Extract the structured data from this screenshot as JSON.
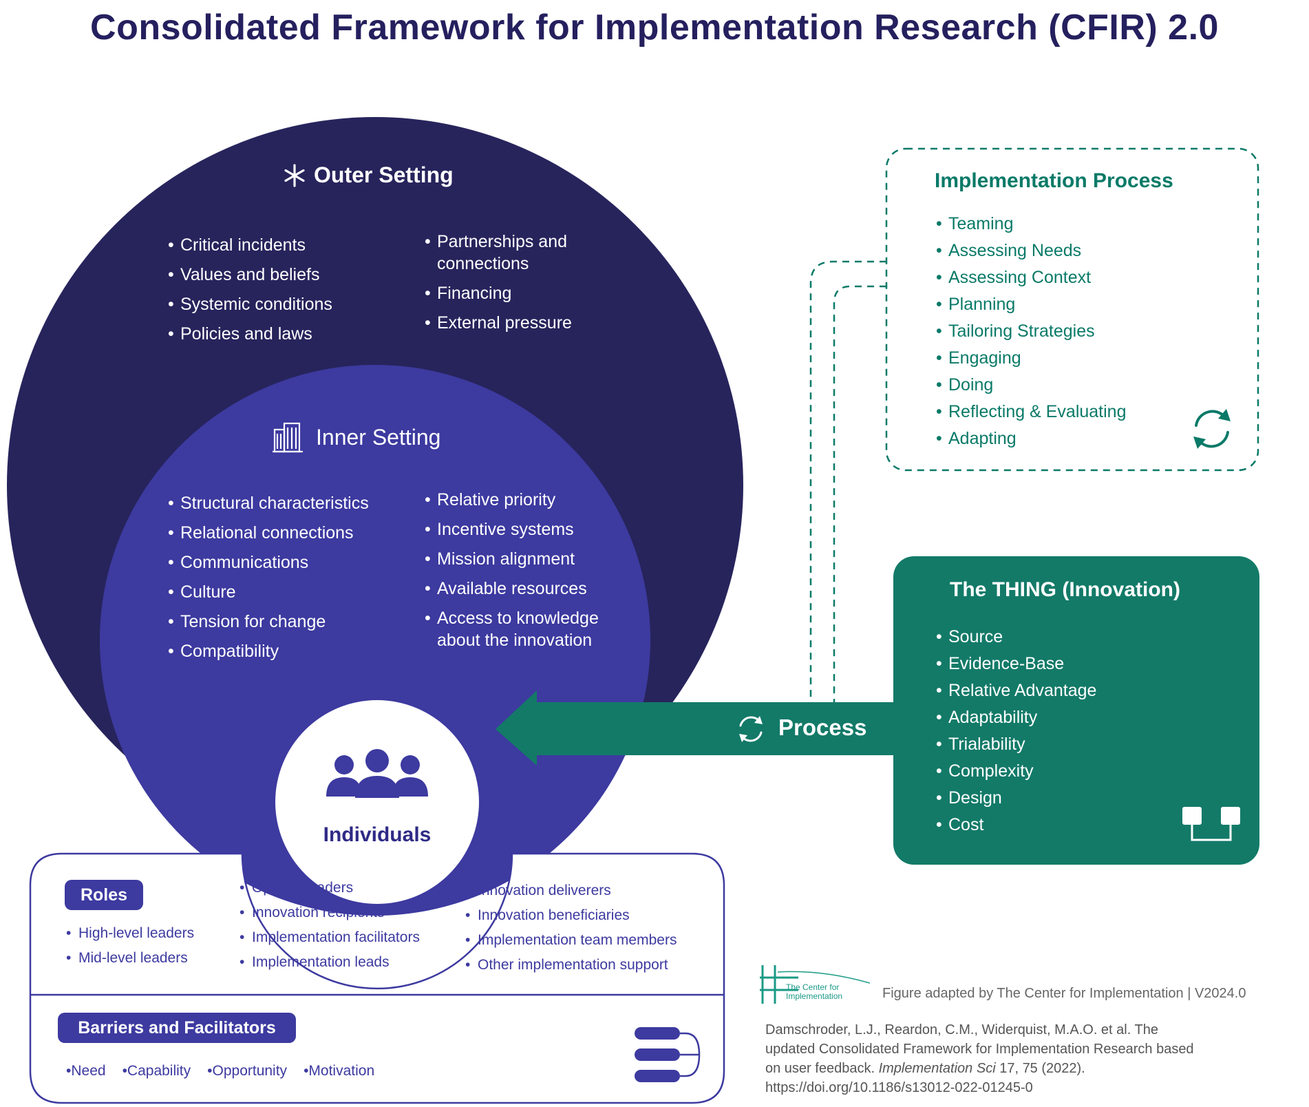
{
  "title": "Consolidated Framework for Implementation Research (CFIR) 2.0",
  "outer_setting": {
    "title": "Outer Setting",
    "icon": "asterisk-icon",
    "color": "#27245c",
    "items_col1": [
      "Critical incidents",
      "Values and beliefs",
      "Systemic conditions",
      "Policies and laws"
    ],
    "items_col2": [
      "Partnerships and connections",
      "Financing",
      "External pressure"
    ]
  },
  "inner_setting": {
    "title": "Inner Setting",
    "icon": "building-icon",
    "color": "#3d3aa0",
    "items_col1": [
      "Structural characteristics",
      "Relational connections",
      "Communications",
      "Culture",
      "Tension for change",
      "Compatibility"
    ],
    "items_col2": [
      "Relative priority",
      "Incentive systems",
      "Mission alignment",
      "Available resources",
      "Access to knowledge about the innovation"
    ]
  },
  "implementation_process": {
    "title": "Implementation Process",
    "icon": "cycle-icon",
    "color": "#0a7a68",
    "items": [
      "Teaming",
      "Assessing Needs",
      "Assessing Context",
      "Planning",
      "Tailoring Strategies",
      "Engaging",
      "Doing",
      "Reflecting & Evaluating",
      "Adapting"
    ]
  },
  "innovation": {
    "title": "The THING (Innovation)",
    "icon": "connector-icon",
    "color": "#0a7a68",
    "items": [
      "Source",
      "Evidence-Base",
      "Relative Advantage",
      "Adaptability",
      "Trialability",
      "Complexity",
      "Design",
      "Cost"
    ]
  },
  "process_arrow": {
    "label": "Process",
    "icon": "cycle-icon"
  },
  "individuals": {
    "title": "Individuals",
    "icon": "people-icon",
    "roles_label": "Roles",
    "roles_col1": [
      "High-level leaders",
      "Mid-level leaders"
    ],
    "roles_col2": [
      "Opinion leaders",
      "Innovation recipients",
      "Implementation facilitators",
      "Implementation leads"
    ],
    "roles_col3": [
      "Innovation deliverers",
      "Innovation beneficiaries",
      "Implementation team members",
      "Other implementation support"
    ],
    "barriers_label": "Barriers and Facilitators",
    "barriers": [
      "Need",
      "Capability",
      "Opportunity",
      "Motivation"
    ],
    "barriers_icon": "stack-icon"
  },
  "credit": {
    "logo_line1": "The Center for",
    "logo_line2": "Implementation",
    "text": "Figure adapted by The Center for Implementation | V2024.0"
  },
  "citation": {
    "prefix": "Damschroder, L.J., Reardon, C.M., Widerquist, M.A.O. et al. The updated Consolidated Framework for Implementation Research based on user feedback.",
    "journal": "Implementation Sci",
    "suffix": "17, 75 (2022).",
    "doi": "https://doi.org/10.1186/s13012-022-01245-0"
  }
}
